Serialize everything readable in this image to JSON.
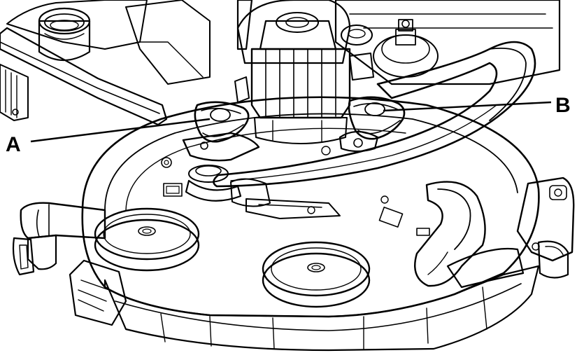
{
  "callouts": [
    {
      "id": "A",
      "label": "A"
    },
    {
      "id": "B",
      "label": "B"
    }
  ],
  "colors": {
    "line": "#000000",
    "background": "#ffffff",
    "shadow": "#d9d9d9",
    "dark": "#1a1a1a"
  }
}
